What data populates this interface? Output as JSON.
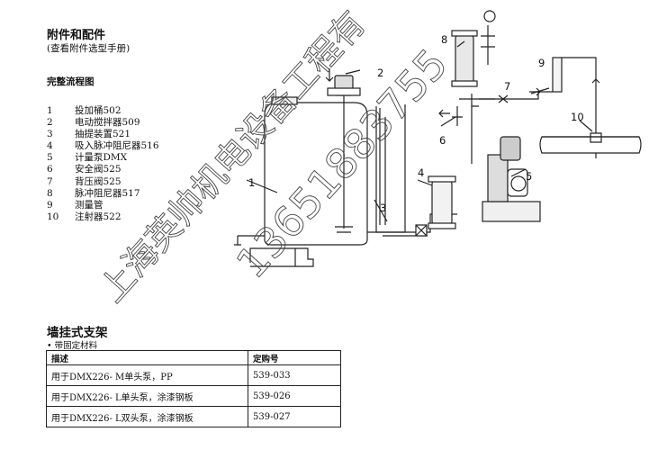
{
  "header": {
    "title": "附件和配件",
    "subtitle": "(查看附件选型手册)"
  },
  "flow_section": {
    "title": "完整流程图",
    "parts": [
      {
        "num": "1",
        "label": "投加桶502"
      },
      {
        "num": "2",
        "label": "电动搅拌器509"
      },
      {
        "num": "3",
        "label": "抽提装置521"
      },
      {
        "num": "4",
        "label": "吸入脉冲阻尼器516"
      },
      {
        "num": "5",
        "label": "计量泵DMX"
      },
      {
        "num": "6",
        "label": "安全阀525"
      },
      {
        "num": "7",
        "label": "背压阀525"
      },
      {
        "num": "8",
        "label": "脉冲阻尼器517"
      },
      {
        "num": "9",
        "label": "测量管"
      },
      {
        "num": "10",
        "label": "注射器522"
      }
    ]
  },
  "diagram": {
    "callouts": [
      "1",
      "2",
      "3",
      "4",
      "5",
      "6",
      "7",
      "8",
      "9",
      "10"
    ]
  },
  "wall_section": {
    "title": "墙挂式支架",
    "bullet": "• 带固定材料",
    "table": {
      "headers": [
        "描述",
        "定购号"
      ],
      "rows": [
        [
          "用于DMX226- M单头泵，PP",
          "539-033"
        ],
        [
          "用于DMX226- L单头泵，涂漆钢板",
          "539-026"
        ],
        [
          "用于DMX226- L双头泵，涂漆钢板",
          "539-027"
        ]
      ]
    }
  },
  "watermark": {
    "line1": "上海英帅机电设备工程有",
    "line2": "13651883755"
  }
}
